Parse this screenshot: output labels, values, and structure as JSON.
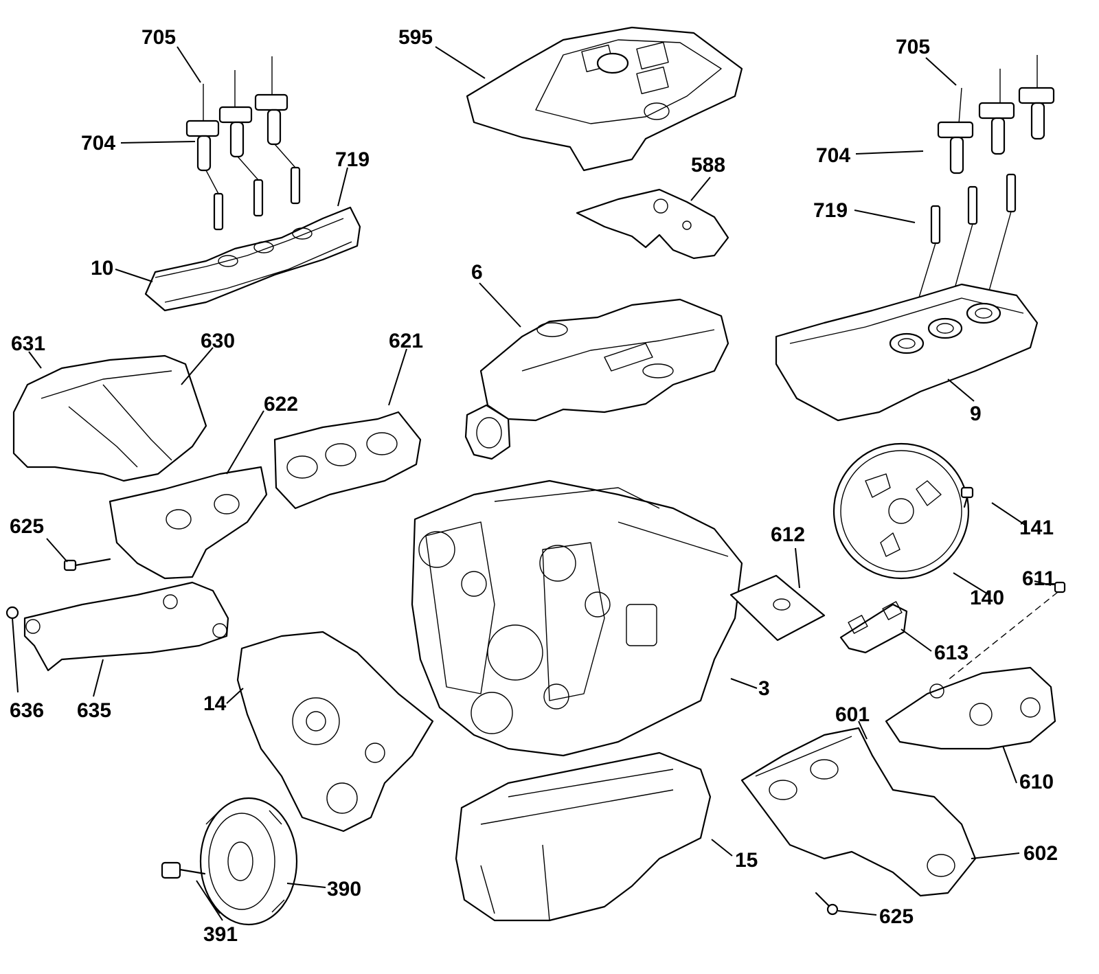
{
  "callouts": {
    "c705a": "705",
    "c704a": "704",
    "c719a": "719",
    "c10": "10",
    "c595": "595",
    "c588": "588",
    "c6": "6",
    "c705b": "705",
    "c704b": "704",
    "c719b": "719",
    "c9": "9",
    "c631": "631",
    "c630": "630",
    "c621": "621",
    "c622": "622",
    "c625a": "625",
    "c636": "636",
    "c635": "635",
    "c14": "14",
    "c390": "390",
    "c391": "391",
    "c3": "3",
    "c612": "612",
    "c140": "140",
    "c141": "141",
    "c611": "611",
    "c613": "613",
    "c601": "601",
    "c610": "610",
    "c602": "602",
    "c625b": "625",
    "c15": "15"
  }
}
